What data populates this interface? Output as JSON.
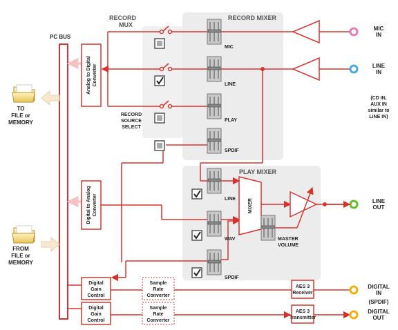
{
  "pc_bus": "PC BUS",
  "record_mux": [
    "RECORD",
    "MUX"
  ],
  "record_mixer": "RECORD MIXER",
  "play_mixer": "PLAY MIXER",
  "record_source_select": [
    "RECORD",
    "SOURCE",
    "SELECT"
  ],
  "adc": [
    "Analog to Digital",
    "Converter"
  ],
  "dac": [
    "Digital to Analog",
    "Converter"
  ],
  "to_file": [
    "TO",
    "FILE or",
    "MEMORY"
  ],
  "from_file": [
    "FROM",
    "FILE or",
    "MEMORY"
  ],
  "record_faders": [
    "MIC",
    "LINE",
    "PLAY",
    "SPDIF"
  ],
  "play_faders": [
    "LINE",
    "WAV",
    "SPDIF"
  ],
  "mixer": "MIXER",
  "master_volume": [
    "MASTER",
    "VOLUME"
  ],
  "mic_in": [
    "MIC",
    "IN"
  ],
  "line_in": [
    "LINE",
    "IN"
  ],
  "cd_note": [
    "(CD IN,",
    "AUX IN",
    "similar to",
    "LINE IN)"
  ],
  "line_out": [
    "LINE",
    "OUT"
  ],
  "digital_in": [
    "DIGITAL",
    "IN",
    "(SPDIF)"
  ],
  "digital_out": [
    "DIGITAL",
    "OUT"
  ],
  "dgc": [
    "Digital",
    "Gain",
    "Control"
  ],
  "src": [
    "Sample",
    "Rate",
    "Converter"
  ],
  "aes_receiver": [
    "AES 3",
    "Receiver"
  ],
  "aes_transmitter": [
    "AES 3",
    "Transmitter"
  ],
  "checkbox_states": {
    "mux_mic": false,
    "mux_line": true,
    "mux_play": false,
    "mux_spdif": false,
    "play_line": true,
    "play_wav": true,
    "play_spdif": true
  },
  "colors": {
    "signal": "#d9322e",
    "panel": "#ececec",
    "mic_jack": "#e87ab0",
    "line_in_jack": "#4aa8e0",
    "line_out_jack": "#5fbf2a",
    "digital_jack": "#f0b010"
  }
}
